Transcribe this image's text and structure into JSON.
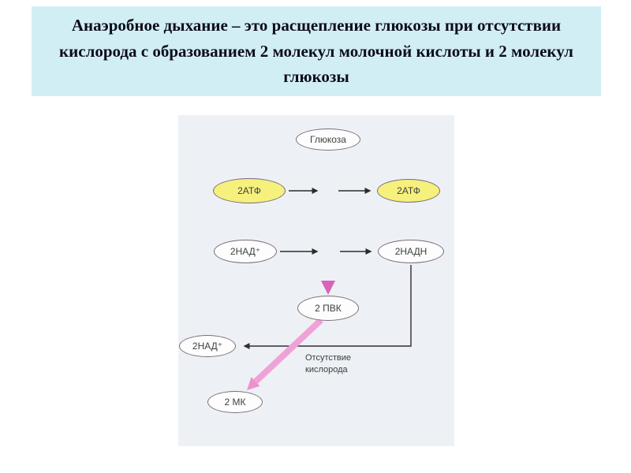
{
  "title": {
    "text": "Анаэробное дыхание – это расщепление глюкозы при отсутствии кислорода с образованием 2 молекул молочной кислоты и 2 молекул глюкозы"
  },
  "diagram": {
    "nodes": {
      "glucose": {
        "label": "Глюкоза"
      },
      "atp_left": {
        "label": "2АТФ"
      },
      "atp_right": {
        "label": "2АТФ"
      },
      "nad_left": {
        "label": "2НАД⁺"
      },
      "nadh_right": {
        "label": "2НАДН"
      },
      "pvk": {
        "label": "2 ПВК"
      },
      "nad_bottom": {
        "label": "2НАД⁺"
      },
      "mk": {
        "label": "2 МК"
      }
    },
    "annotations": {
      "no_oxygen": "Отсутствие кислорода"
    },
    "colors": {
      "banner_bg": "#d2eef5",
      "diagram_bg": "#edf1f6",
      "atp_fill": "#f6f07c",
      "node_fill": "#fdfdfd",
      "node_border": "#7c6b7a",
      "pink_arrow": "#d863b8",
      "pink_arrow_light": "#f0a2d6",
      "line_color": "#2b2b2b"
    }
  }
}
